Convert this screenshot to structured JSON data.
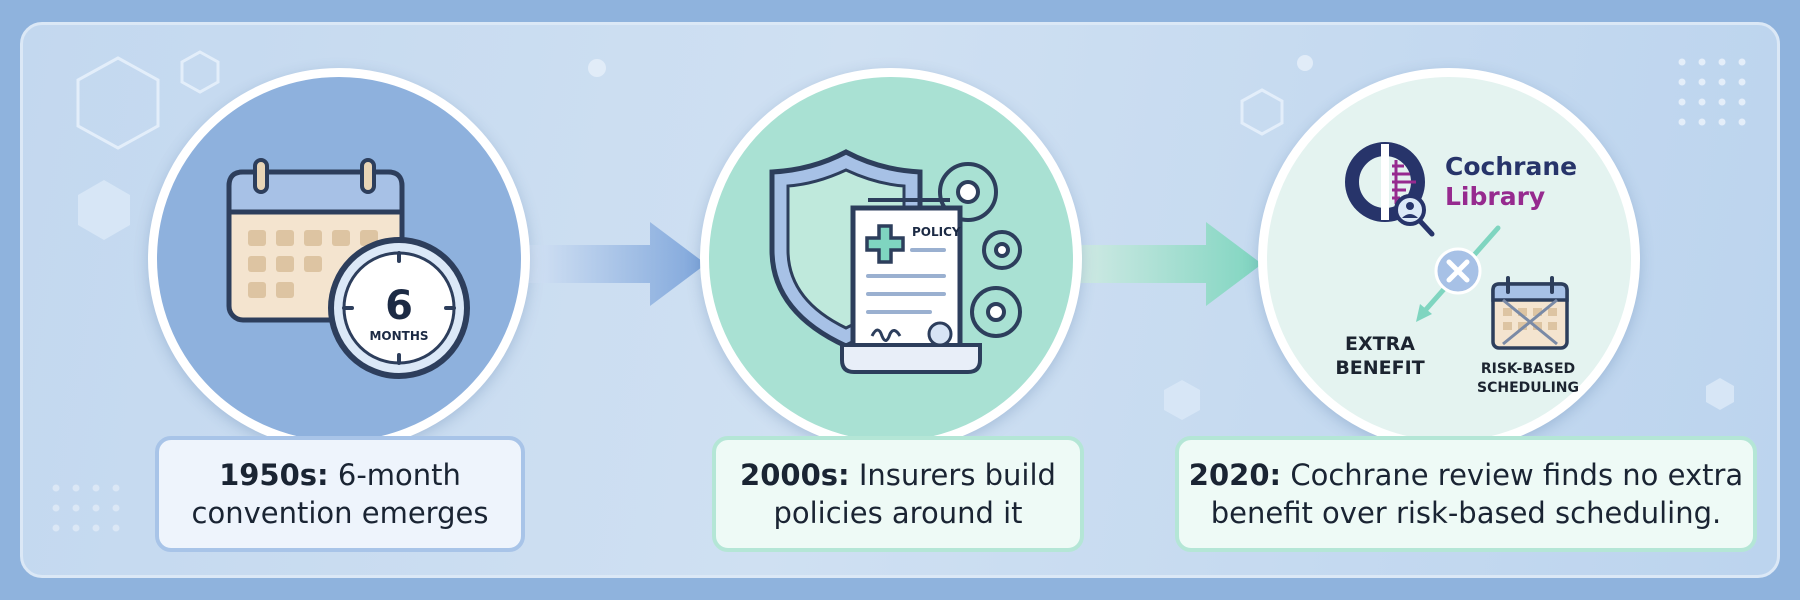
{
  "steps": [
    {
      "year": "1950s:",
      "line1_rest": "6-month",
      "line2": "convention emerges",
      "icon": "calendar-clock-icon",
      "badge_number": "6",
      "badge_unit": "MONTHS"
    },
    {
      "year": "2000s:",
      "line1_rest": "Insurers build",
      "line2": "policies around it",
      "icon": "shield-policy-icon",
      "document_label": "POLICY"
    },
    {
      "year": "2020:",
      "line1_rest": "Cochrane review finds no extra",
      "line2": "benefit over risk-based scheduling.",
      "icon": "cochrane-library-icon",
      "brand_line1": "Cochrane",
      "brand_line2": "Library",
      "label_extra": "EXTRA BENEFIT",
      "label_risk": "RISK-BASED SCHEDULING"
    }
  ],
  "colors": {
    "blue_circle": "#8eb1dd",
    "green_circle": "#a9e1d3",
    "cochrane_navy": "#27346a",
    "cochrane_purple": "#962a8f"
  }
}
